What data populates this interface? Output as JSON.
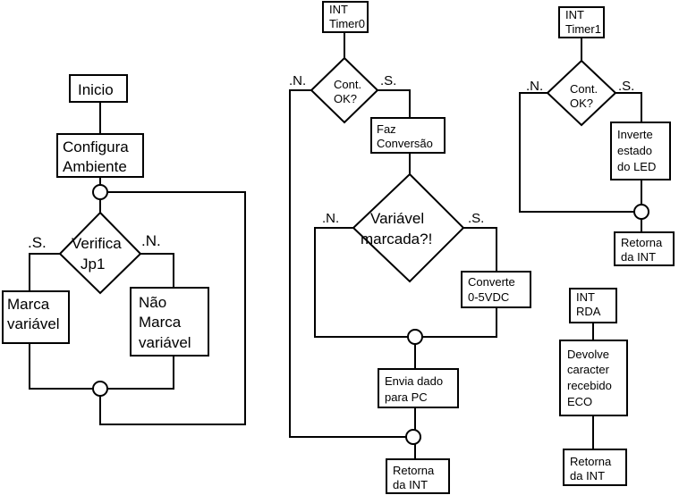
{
  "flow1": {
    "start": "Inicio",
    "config": [
      "Configura",
      "Ambiente"
    ],
    "decision": [
      "Verifica",
      "Jp1"
    ],
    "yes": ".S.",
    "no": ".N.",
    "mark": [
      "Marca",
      "variável"
    ],
    "nomark": [
      "Não",
      "Marca",
      "variável"
    ]
  },
  "flow2": {
    "int": [
      "INT",
      "Timer0"
    ],
    "decision1": [
      "Cont.",
      "OK?"
    ],
    "no1": ".N.",
    "yes1": ".S.",
    "convert": [
      "Faz",
      "Conversão"
    ],
    "decision2": [
      "Variável",
      "marcada?!"
    ],
    "no2": ".N.",
    "yes2": ".S.",
    "converte": [
      "Converte",
      "0-5VDC"
    ],
    "send": [
      "Envia dado",
      "para PC"
    ],
    "ret": [
      "Retorna",
      "da INT"
    ]
  },
  "flow3": {
    "int": [
      "INT",
      "Timer1"
    ],
    "decision": [
      "Cont.",
      "OK?"
    ],
    "no": ".N.",
    "yes": ".S.",
    "invert": [
      "Inverte",
      "estado",
      "do LED"
    ],
    "ret": [
      "Retorna",
      "da INT"
    ]
  },
  "flow4": {
    "int": [
      "INT",
      "RDA"
    ],
    "echo": [
      "Devolve",
      "caracter",
      "recebido",
      "ECO"
    ],
    "ret": [
      "Retorna",
      "da INT"
    ]
  }
}
